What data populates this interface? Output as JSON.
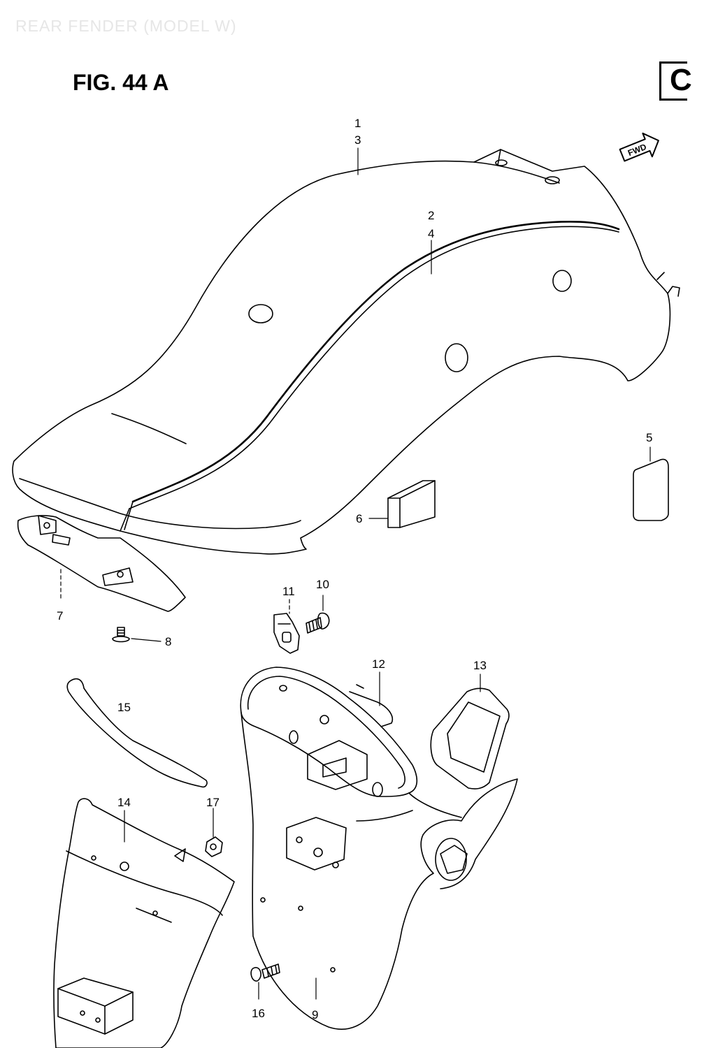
{
  "header": {
    "section_title": "REAR FENDER (MODEL W)",
    "figure_label": "FIG. 44 A",
    "corner_tab": "C"
  },
  "direction_arrow": {
    "label": "FWD",
    "icon": "forward-arrow-icon"
  },
  "callouts": [
    {
      "id": "c1",
      "text": "1"
    },
    {
      "id": "c3",
      "text": "3"
    },
    {
      "id": "c2",
      "text": "2"
    },
    {
      "id": "c4",
      "text": "4"
    },
    {
      "id": "c5",
      "text": "5"
    },
    {
      "id": "c6",
      "text": "6"
    },
    {
      "id": "c7",
      "text": "7"
    },
    {
      "id": "c8",
      "text": "8"
    },
    {
      "id": "c11",
      "text": "11"
    },
    {
      "id": "c10",
      "text": "10"
    },
    {
      "id": "c12",
      "text": "12"
    },
    {
      "id": "c13",
      "text": "13"
    },
    {
      "id": "c15",
      "text": "15"
    },
    {
      "id": "c14",
      "text": "14"
    },
    {
      "id": "c17",
      "text": "17"
    },
    {
      "id": "c16",
      "text": "16"
    },
    {
      "id": "c9",
      "text": "9"
    }
  ],
  "colors": {
    "line": "#000000",
    "background": "#ffffff",
    "ghost_text": "#e6e6e6"
  }
}
